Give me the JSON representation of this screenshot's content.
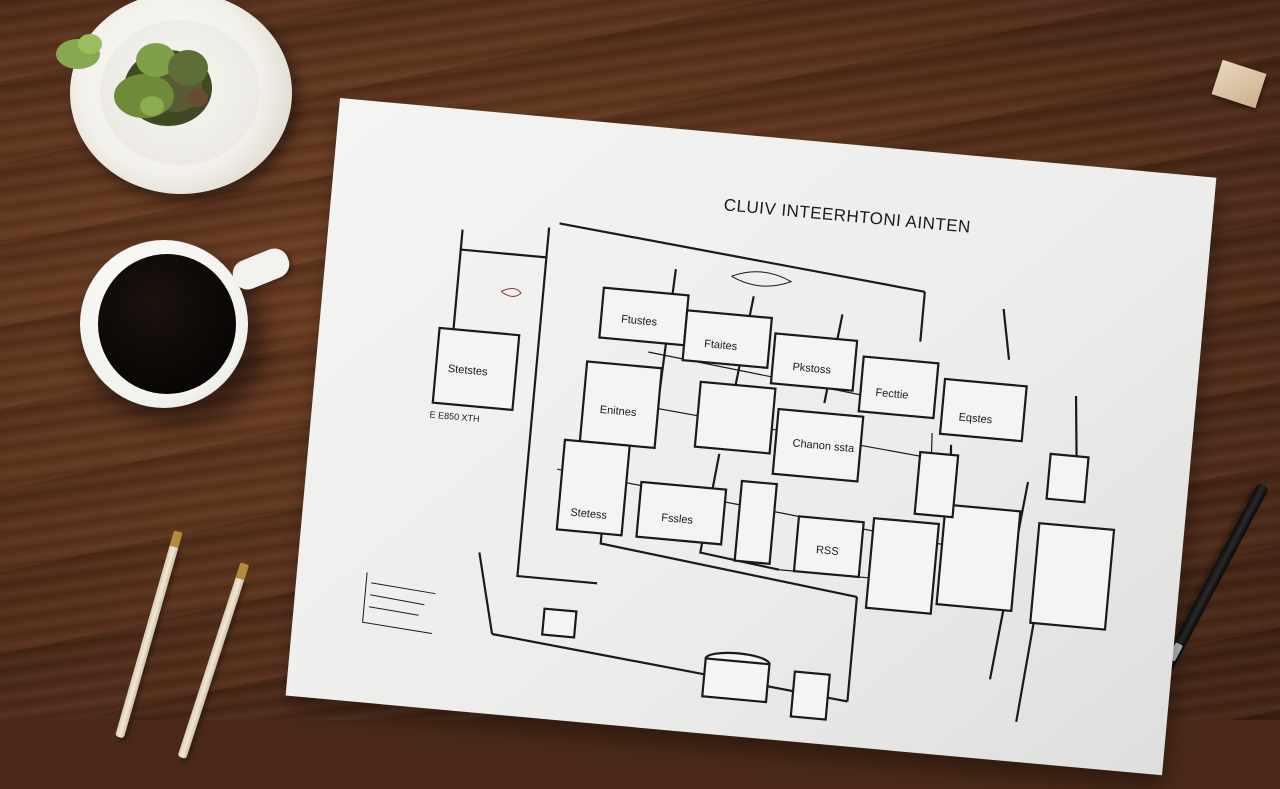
{
  "diagram": {
    "title": "CLUIV INTEERHTONI AINTEN",
    "boxes": [
      {
        "id": "b1",
        "label": "Stetstes"
      },
      {
        "id": "b2",
        "label": "Ftustes"
      },
      {
        "id": "b3",
        "label": "Ftaites"
      },
      {
        "id": "b4",
        "label": "Pkstoss"
      },
      {
        "id": "b5",
        "label": "Fecttie"
      },
      {
        "id": "b6",
        "label": "Eqstes"
      },
      {
        "id": "b7",
        "label": "Enitnes"
      },
      {
        "id": "b8",
        "label": "Chanon ssta"
      },
      {
        "id": "b9",
        "label": "Stetess"
      },
      {
        "id": "b10",
        "label": "Fssles"
      },
      {
        "id": "b11",
        "label": "RSS"
      }
    ],
    "notes": [
      {
        "id": "n1",
        "label": "E E850 XTH"
      }
    ]
  },
  "colors": {
    "desk": "#4a2a17",
    "paper": "#f0f0ee",
    "ink": "#1a1a1a",
    "mug": "#f1f1ee",
    "coffee": "#0a0605"
  },
  "objects": {
    "plant_icon": "succulent-icon",
    "mug_icon": "coffee-mug-icon",
    "pencil_icon": "pencil-icon",
    "pen_icon": "pen-icon"
  }
}
